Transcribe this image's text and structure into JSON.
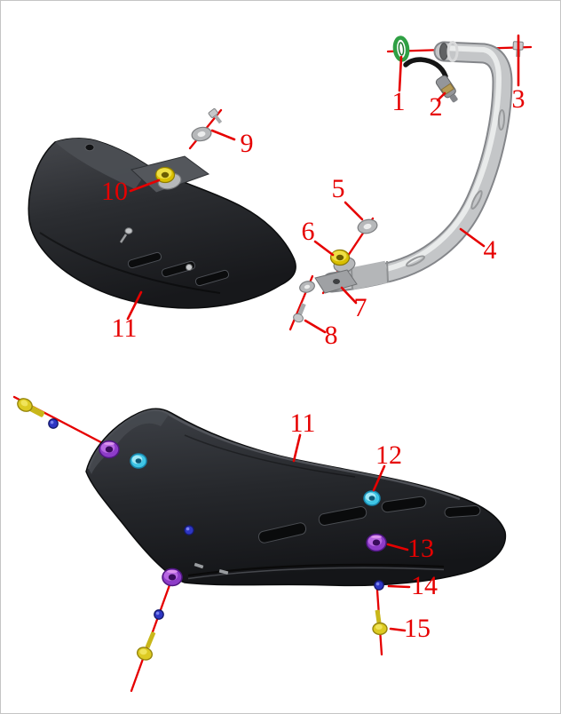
{
  "figure": {
    "type": "exploded-parts-diagram",
    "views": [
      "exhaust-and-skid-plate-assembly",
      "skid-plate-hardware"
    ]
  },
  "callouts": {
    "n1": "1",
    "n2": "2",
    "n3": "3",
    "n4": "4",
    "n5": "5",
    "n6": "6",
    "n7": "7",
    "n8": "8",
    "n9": "9",
    "n10": "10",
    "n11_top": "11",
    "n11_bottom": "11",
    "n12": "12",
    "n13": "13",
    "n14": "14",
    "n15": "15"
  },
  "parts_visual": {
    "1": "green-gasket-ring",
    "2": "oxygen-sensor-with-cable",
    "3": "small-flange-bolt",
    "4": "exhaust-header-pipe",
    "5": "flat-washer",
    "6": "yellow-rubber-grommet",
    "7": "hanger-bracket",
    "8": "bolt-with-washer",
    "9": "flat-washer-with-bolt",
    "10": "yellow-rubber-grommet",
    "11": "skid-plate",
    "12": "cyan-spacer-bushing",
    "13": "purple-rubber-grommet",
    "14": "blue-flange-nut",
    "15": "yellow-flange-bolt"
  },
  "colors": {
    "callout": "#e60000",
    "plate_dark": "#232528",
    "pipe_silver": "#c4c6c8",
    "washer_green": "#2fa044",
    "grommet_yellow": "#d9bf00",
    "bolt_yellow": "#ddcb22",
    "spacer_cyan": "#3fc6e6",
    "grommet_purple": "#8d3cc8",
    "nut_blue": "#2e36c4",
    "washer_silver": "#b6b8ba"
  }
}
